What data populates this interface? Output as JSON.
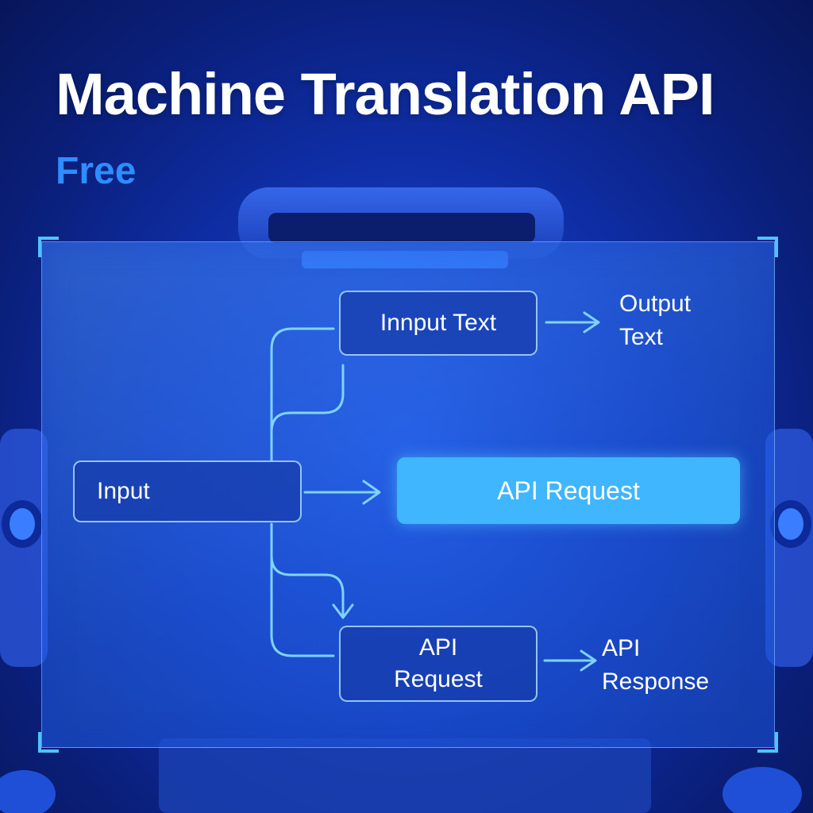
{
  "title": "Machine Translation API",
  "subtitle": "Free",
  "diagram": {
    "nodes": {
      "input_text": "Innput Text",
      "input": "Input",
      "api_request_main": "API Request",
      "api_request_lower": "API\nRequest"
    },
    "labels": {
      "output_text": "Output\nText",
      "api_response": "API\nResponse"
    }
  },
  "colors": {
    "accent": "#3fb6ff",
    "subtitle": "#2f8dff",
    "background": "#0f2fa8"
  }
}
